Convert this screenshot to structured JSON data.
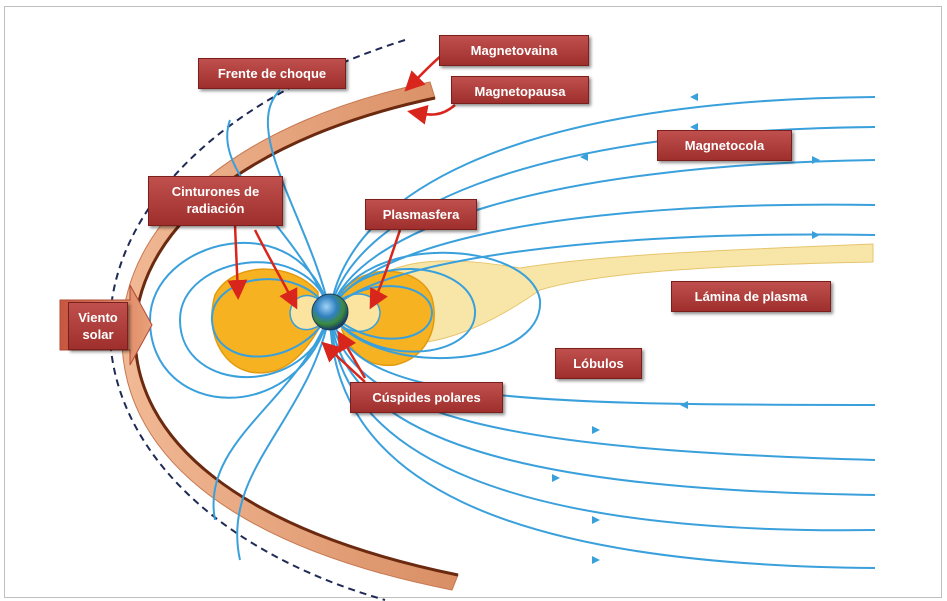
{
  "labels": {
    "frente_de_choque": "Frente de choque",
    "magnetovaina": "Magnetovaina",
    "magnetopausa": "Magnetopausa",
    "magnetocola": "Magnetocola",
    "cinturones": "Cinturones de\nradiación",
    "plasmasfera": "Plasmasfera",
    "viento_solar": "Viento\nsolar",
    "lamina_de_plasma": "Lámina de plasma",
    "lobulos": "Lóbulos",
    "cuspides_polares": "Cúspides polares"
  },
  "colors": {
    "label_bg": "#b8403d",
    "field_line": "#3aa0dc",
    "magnetosheath": "#e8a57e",
    "magnetopause": "#6b2a10",
    "radiation_belt": "#f6b221",
    "plasma": "#f8e6a8",
    "arrow": "#d9261c",
    "shock_front": "#1f2a55"
  }
}
